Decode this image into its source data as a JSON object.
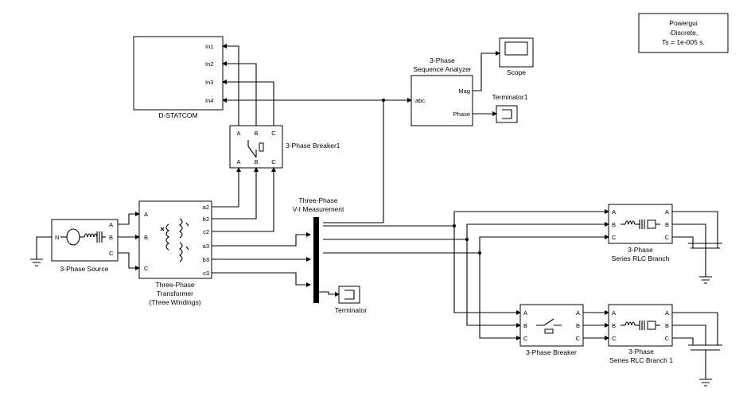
{
  "powergui": {
    "line1": "Powergui",
    "line2": "-Discrete,",
    "line3": "Ts = 1e-005 s."
  },
  "dstatcom": {
    "label": "D-STATCOM",
    "ports": [
      "In1",
      "In2",
      "In3",
      "In4"
    ]
  },
  "analyzer": {
    "title_line1": "3-Phase",
    "title_line2": "Sequence Analyzer",
    "in_port": "abc",
    "out_mag": "Mag",
    "out_phase": "Phase"
  },
  "scope": {
    "label": "Scope"
  },
  "terminator1": {
    "label": "Terminator1"
  },
  "terminator": {
    "label": "Terminator"
  },
  "breaker1": {
    "label": "3-Phase Breaker1",
    "ports": [
      "A",
      "B",
      "C"
    ]
  },
  "breaker": {
    "label": "3-Phase Breaker",
    "ports": [
      "A",
      "B",
      "C"
    ]
  },
  "source": {
    "label": "3-Phase Source",
    "neutral": "N",
    "ports": [
      "A",
      "B",
      "C"
    ]
  },
  "transformer": {
    "label_line1": "Three-Phase",
    "label_line2": "Transformer",
    "label_line3": "(Three Windings)",
    "in_ports": [
      "A",
      "B",
      "C"
    ],
    "out_ports": [
      "a2",
      "b2",
      "c2",
      "a3",
      "b3",
      "c3"
    ]
  },
  "vi_meas": {
    "label_line1": "Three-Phase",
    "label_line2": "V-I Measurement"
  },
  "rlc1": {
    "label_line1": "3-Phase",
    "label_line2": "Series RLC Branch",
    "ports": [
      "A",
      "B",
      "C"
    ]
  },
  "rlc2": {
    "label_line1": "3-Phase",
    "label_line2": "Series RLC Branch 1",
    "ports": [
      "A",
      "B",
      "C"
    ]
  },
  "colors": {
    "line": "#000000",
    "background": "#ffffff"
  }
}
